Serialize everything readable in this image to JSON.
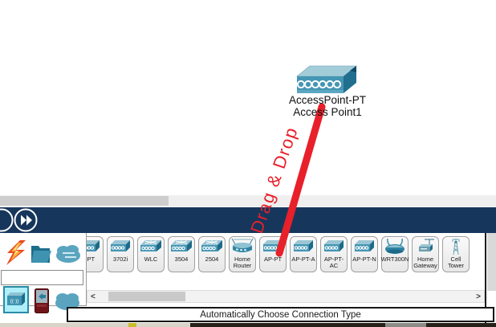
{
  "colors": {
    "accent_red": "#e8202a",
    "navy_bar": "#16365c",
    "device_front_teal": "#4596b4",
    "device_top_teal": "#a3ccd9",
    "device_side_teal": "#206f8e",
    "selection_cyan": "#aeeffa"
  },
  "canvas": {
    "device_model": "AccessPoint-PT",
    "device_name": "Access Point1"
  },
  "annotation": {
    "text": "Drag & Drop"
  },
  "simulation_bar": {
    "icons": [
      "back-circle-icon",
      "fast-forward-circle-icon"
    ]
  },
  "category_panel": {
    "top_row_icons": [
      "connections-lightning-icon",
      "miscellaneous-folder-icon",
      "multiuser-cloud-icon"
    ],
    "filter_input": {
      "value": "",
      "placeholder": ""
    },
    "wireless_glyph": "((·))",
    "sub_row_icons": [
      {
        "name": "wireless-devices-category",
        "selected": true
      },
      {
        "name": "security-device-category",
        "selected": false
      },
      {
        "name": "wan-emulation-cloud-category",
        "selected": false
      }
    ]
  },
  "palette": {
    "devices": [
      {
        "label": "-PT",
        "icon": "ap"
      },
      {
        "label": "3702i",
        "icon": "ap"
      },
      {
        "label": "WLC",
        "icon": "wlc"
      },
      {
        "label": "3504",
        "icon": "wlc"
      },
      {
        "label": "2504",
        "icon": "wlc"
      },
      {
        "label": "Home\nRouter",
        "icon": "home-router"
      },
      {
        "label": "AP-PT",
        "icon": "ap"
      },
      {
        "label": "AP-PT-A",
        "icon": "ap"
      },
      {
        "label": "AP-PT-AC",
        "icon": "ap"
      },
      {
        "label": "AP-PT-N",
        "icon": "ap"
      },
      {
        "label": "WRT300N",
        "icon": "wrt"
      },
      {
        "label": "Home\nGateway",
        "icon": "gateway"
      },
      {
        "label": "Cell\nTower",
        "icon": "tower"
      }
    ],
    "scroll_left_glyph": "<",
    "scroll_right_glyph": ">"
  },
  "footer": {
    "connection_type_label": "Automatically Choose Connection Type"
  }
}
